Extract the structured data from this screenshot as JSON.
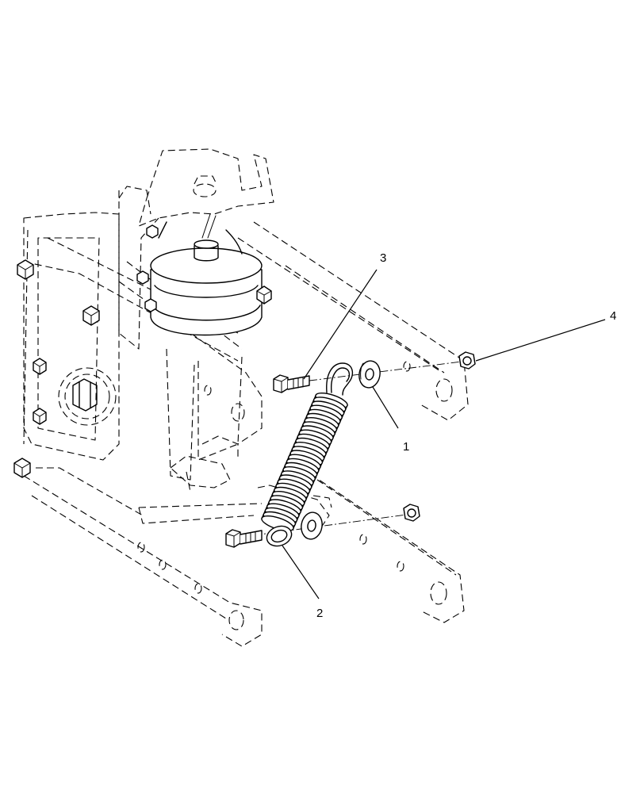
{
  "callouts": [
    {
      "id": "1",
      "label": "1"
    },
    {
      "id": "2",
      "label": "2"
    },
    {
      "id": "3",
      "label": "3"
    },
    {
      "id": "4",
      "label": "4"
    }
  ]
}
